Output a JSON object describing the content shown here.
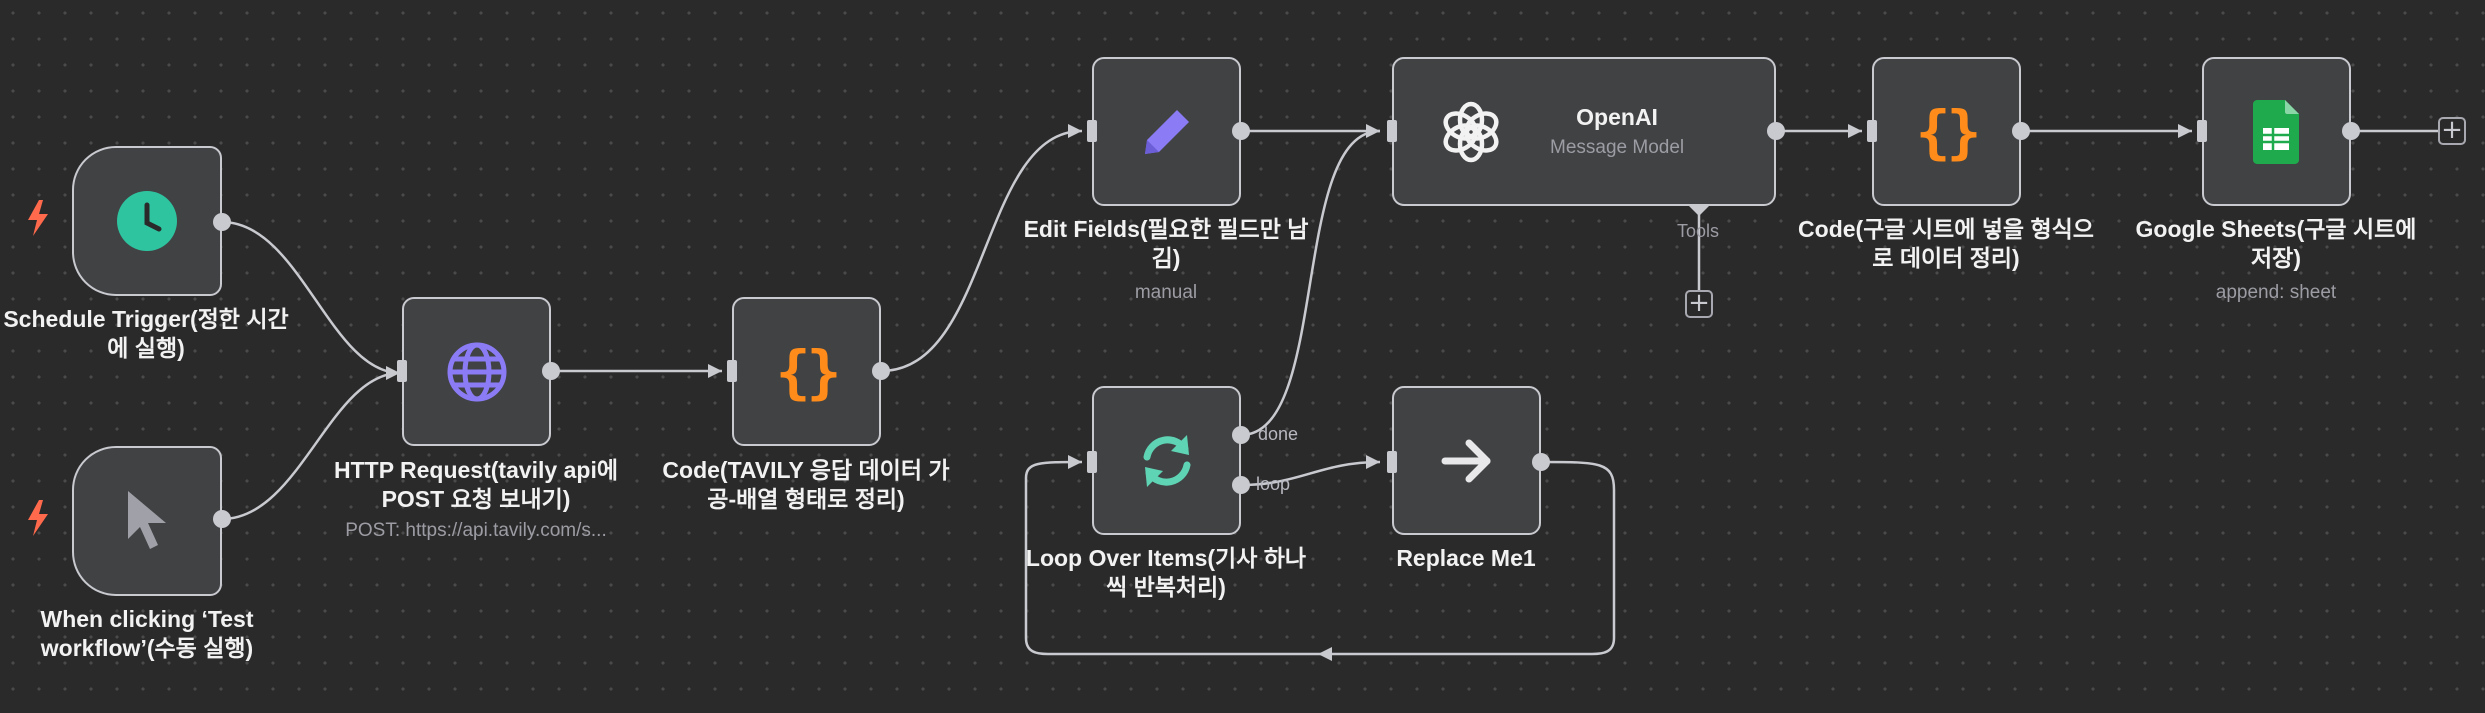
{
  "nodes": {
    "schedule": {
      "label": "Schedule Trigger(정한 시간 에 실행)"
    },
    "manual": {
      "label": "When clicking ‘Test workflow’(수동 실행)"
    },
    "http": {
      "label": "HTTP Request(tavily api에 POST 요청 보내기)",
      "sub": "POST: https://api.tavily.com/s..."
    },
    "code1": {
      "label": "Code(TAVILY 응답 데이터 가공-배열 형태로 정리)"
    },
    "edit": {
      "label": "Edit Fields(필요한 필드만 남김)",
      "sub": "manual"
    },
    "loop": {
      "label": "Loop Over Items(기사 하나씩 반복처리)",
      "port_done": "done",
      "port_loop": "loop"
    },
    "replace": {
      "label": "Replace Me1"
    },
    "openai": {
      "title": "OpenAI",
      "subtitle": "Message Model",
      "tools_label": "Tools"
    },
    "code2": {
      "label": "Code(구글 시트에 넣을 형식으로 데이터 정리)"
    },
    "sheets": {
      "label": "Google Sheets(구글 시트에 저장)",
      "sub": "append: sheet"
    }
  },
  "icons": {
    "schedule": "clock-icon",
    "manual": "cursor-icon",
    "http": "globe-icon",
    "code": "braces-icon",
    "edit": "pencil-icon",
    "loop": "loop-arrows-icon",
    "replace": "arrow-right-icon",
    "openai": "openai-logo-icon",
    "sheets": "google-sheets-icon",
    "trigger_marker": "lightning-bolt-icon"
  },
  "code_glyph": "{}",
  "plus_glyph": "+",
  "colors": {
    "canvas": "#2a2a2a",
    "node_fill": "#414244",
    "node_border": "#c9cad0",
    "edge": "#c9cad0",
    "clock_green": "#2ec4a0",
    "globe_purple": "#8b7cf6",
    "code_orange": "#ff8c1a",
    "pencil_purple": "#8b7cf6",
    "loop_teal": "#5fd4b4",
    "sheets_green": "#1faa4e",
    "bolt_red": "#ff6a4d"
  }
}
